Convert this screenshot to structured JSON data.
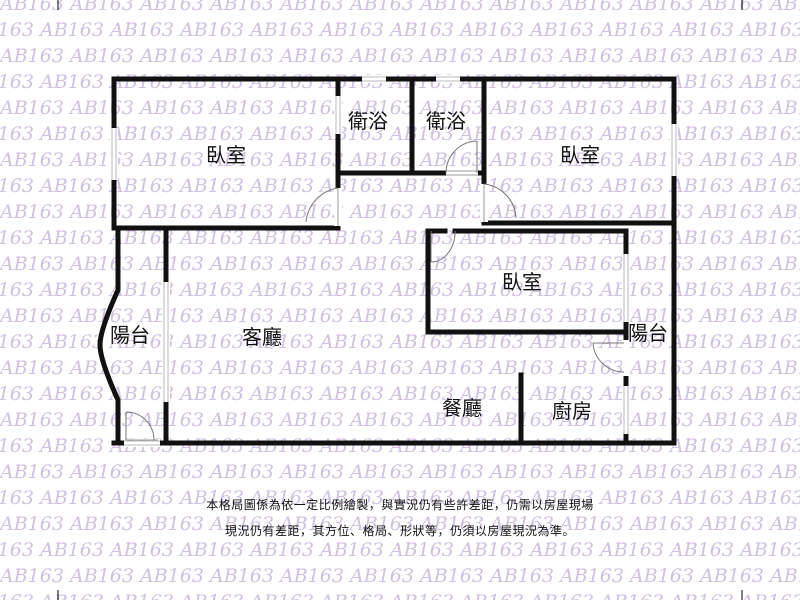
{
  "watermark": {
    "text": "AB163",
    "color": "#c9b6dc"
  },
  "rooms": {
    "bedroom_left": "臥室",
    "bath_1": "衛浴",
    "bath_2": "衛浴",
    "bedroom_right": "臥室",
    "bedroom_middle": "臥室",
    "balcony_left": "陽台",
    "living_room": "客廳",
    "balcony_right": "陽台",
    "dining_room": "餐廳",
    "kitchen": "廚房"
  },
  "disclaimer": {
    "line1": "本格局圖係為依一定比例繪製，與實況仍有些許差距，仍需以房屋現場",
    "line2": "現況仍有差距，其方位、格局、形狀等，仍須以房屋現況為準。"
  },
  "colors": {
    "wall": "#111111",
    "window": "#b8b8b8",
    "door": "#777777"
  }
}
